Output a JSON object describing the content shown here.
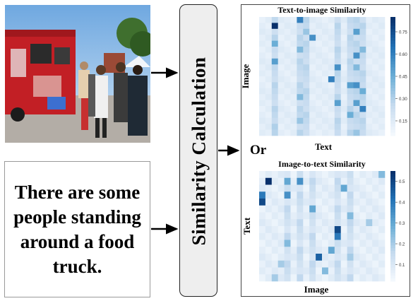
{
  "caption": "There are some people standing around a food truck.",
  "similarity_label": "Similarity Calculation",
  "or_label": "Or",
  "colors": {
    "heat_low": "#f3f8fd",
    "heat_high": "#08306b",
    "box_fill": "#eeeeee"
  },
  "chart_data": [
    {
      "type": "heatmap",
      "title": "Text-to-image Similarity",
      "xlabel": "Text",
      "ylabel": "Image",
      "colorbar_ticks": [
        "0.75",
        "0.60",
        "0.45",
        "0.30",
        "0.15"
      ],
      "colorbar_values": [
        0.75,
        0.6,
        0.45,
        0.3,
        0.15
      ],
      "vmin": 0.05,
      "vmax": 0.85,
      "rows": 20,
      "cols": 20,
      "highlights": [
        [
          1,
          2,
          0.85
        ],
        [
          0,
          6,
          0.6
        ],
        [
          3,
          8,
          0.55
        ],
        [
          2,
          15,
          0.5
        ],
        [
          4,
          2,
          0.45
        ],
        [
          5,
          6,
          0.4
        ],
        [
          6,
          15,
          0.55
        ],
        [
          7,
          2,
          0.5
        ],
        [
          8,
          12,
          0.55
        ],
        [
          8,
          15,
          0.4
        ],
        [
          10,
          11,
          0.6
        ],
        [
          11,
          14,
          0.5
        ],
        [
          11,
          15,
          0.55
        ],
        [
          12,
          16,
          0.45
        ],
        [
          13,
          6,
          0.4
        ],
        [
          14,
          12,
          0.5
        ],
        [
          14,
          15,
          0.5
        ],
        [
          15,
          16,
          0.6
        ],
        [
          16,
          14,
          0.45
        ],
        [
          17,
          6,
          0.35
        ],
        [
          18,
          2,
          0.3
        ],
        [
          19,
          15,
          0.35
        ],
        [
          5,
          16,
          0.4
        ],
        [
          2,
          7,
          0.35
        ]
      ],
      "bands": [
        2,
        6,
        7,
        12,
        14,
        15,
        16
      ],
      "band_value": 0.22,
      "base": 0.1
    },
    {
      "type": "heatmap",
      "title": "Image-to-text Similarity",
      "xlabel": "Image",
      "ylabel": "Text",
      "colorbar_ticks": [
        "0.5",
        "0.4",
        "0.3",
        "0.2",
        "0.1"
      ],
      "colorbar_values": [
        0.5,
        0.4,
        0.3,
        0.2,
        0.1
      ],
      "vmin": 0.02,
      "vmax": 0.55,
      "rows": 16,
      "cols": 20,
      "highlights": [
        [
          1,
          1,
          0.55
        ],
        [
          1,
          4,
          0.3
        ],
        [
          1,
          6,
          0.35
        ],
        [
          3,
          0,
          0.4
        ],
        [
          3,
          4,
          0.35
        ],
        [
          2,
          13,
          0.3
        ],
        [
          4,
          0,
          0.5
        ],
        [
          5,
          8,
          0.3
        ],
        [
          6,
          14,
          0.25
        ],
        [
          8,
          12,
          0.5
        ],
        [
          9,
          12,
          0.4
        ],
        [
          11,
          11,
          0.3
        ],
        [
          12,
          9,
          0.45
        ],
        [
          12,
          14,
          0.2
        ],
        [
          10,
          4,
          0.25
        ],
        [
          13,
          3,
          0.2
        ],
        [
          14,
          10,
          0.25
        ],
        [
          15,
          2,
          0.2
        ],
        [
          7,
          17,
          0.2
        ],
        [
          0,
          19,
          0.25
        ]
      ],
      "bands": [
        4,
        6,
        8,
        12,
        14
      ],
      "band_value": 0.1,
      "base": 0.04
    }
  ]
}
